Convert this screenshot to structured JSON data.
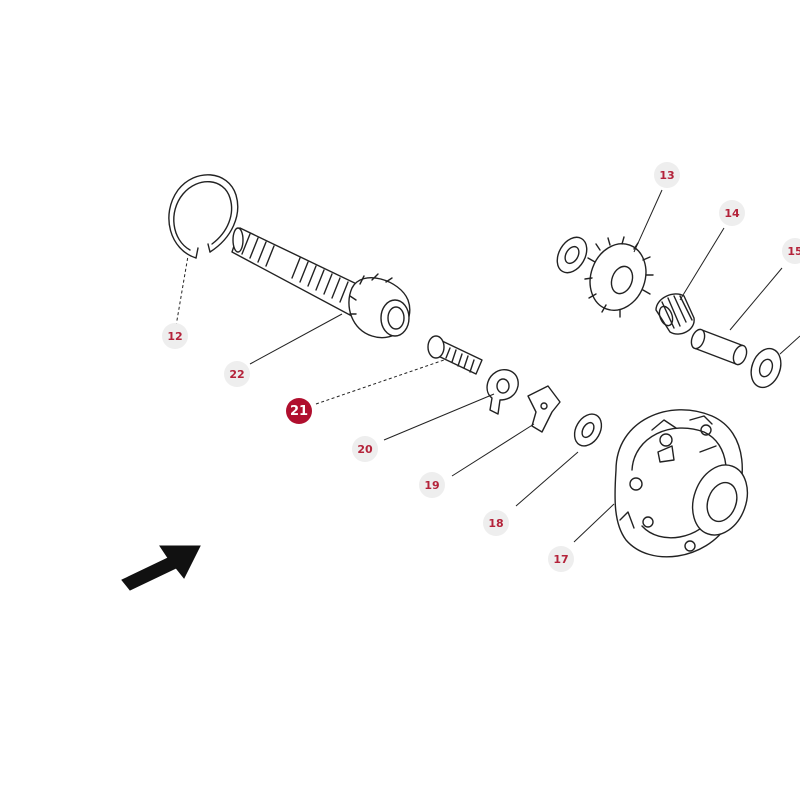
{
  "colors": {
    "callout_bg": "#eeeeee",
    "callout_text": "#b4233a",
    "callout_active_bg": "#b00f2e",
    "callout_active_text": "#ffffff",
    "line": "#222222"
  },
  "active_part": "21",
  "callouts": [
    {
      "label": "12",
      "part": "circlip-ring"
    },
    {
      "label": "13",
      "part": "spur-gear"
    },
    {
      "label": "14",
      "part": "needle-bearing"
    },
    {
      "label": "15",
      "part": "pin-shaft"
    },
    {
      "label": "17",
      "part": "hub-housing"
    },
    {
      "label": "18",
      "part": "thrust-washer"
    },
    {
      "label": "19",
      "part": "lock-plate"
    },
    {
      "label": "20",
      "part": "tab-washer"
    },
    {
      "label": "21",
      "part": "bolt"
    },
    {
      "label": "22",
      "part": "splined-shaft"
    }
  ]
}
